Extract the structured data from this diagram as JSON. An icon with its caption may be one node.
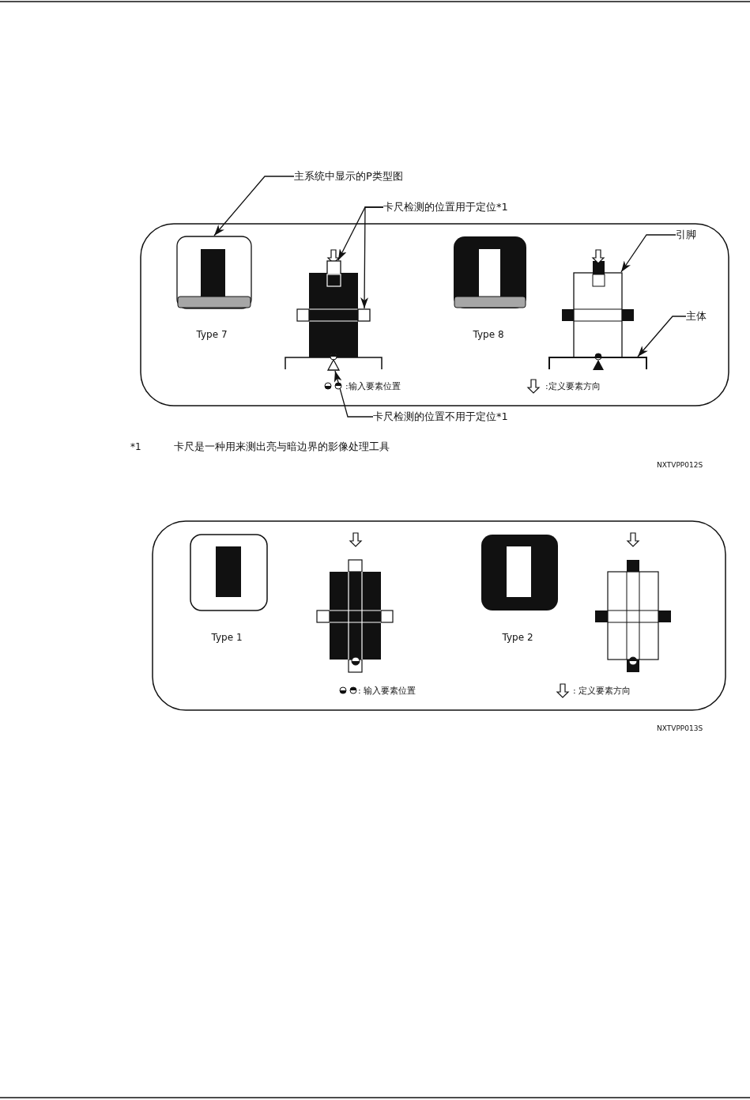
{
  "diagram": {
    "nodes": [
      {
        "text": [
          "主系统中显示的P类型图"
        ]
      },
      {
        "text": [],
        "shape": "box"
      },
      {
        "text": [
          "卡尺检测的位置用于定位*1"
        ]
      },
      {
        "text": [],
        "shape": "box"
      },
      {
        "text": [],
        "shape": "box"
      },
      {
        "text": [
          "引脚"
        ]
      },
      {
        "text": [],
        "shape": "box"
      },
      {
        "text": [
          "主体"
        ]
      },
      {
        "text": [],
        "shape": "bar"
      },
      {
        "text": [
          "卡尺检测的位置不用于定位*1"
        ]
      },
      {
        "text": [],
        "shape": "triangle"
      }
    ],
    "edges": [
      {
        "from": 0,
        "to": 1,
        "arrow": "to"
      },
      {
        "from": 2,
        "to": 3,
        "arrow": "to"
      },
      {
        "from": 2,
        "to": 4,
        "arrow": "to"
      },
      {
        "from": 5,
        "to": 6,
        "arrow": "to"
      },
      {
        "from": 7,
        "to": 8,
        "arrow": "to"
      },
      {
        "from": 9,
        "to": 10,
        "arrow": "to"
      }
    ],
    "labels": [
      "Type 7",
      "Type 8",
      "*1",
      "卡尺是一种用来测出亮与暗边界的影像处理工具",
      "NXTVPP012S",
      "Type 1",
      "Type 2",
      "NXTVPP013S"
    ],
    "legend": [
      {
        "text": ":输入要素位置"
      },
      {
        "text": ":定义要素方向"
      },
      {
        "text": ": 输入要素位置"
      },
      {
        "text": ": 定义要素方向"
      }
    ]
  }
}
